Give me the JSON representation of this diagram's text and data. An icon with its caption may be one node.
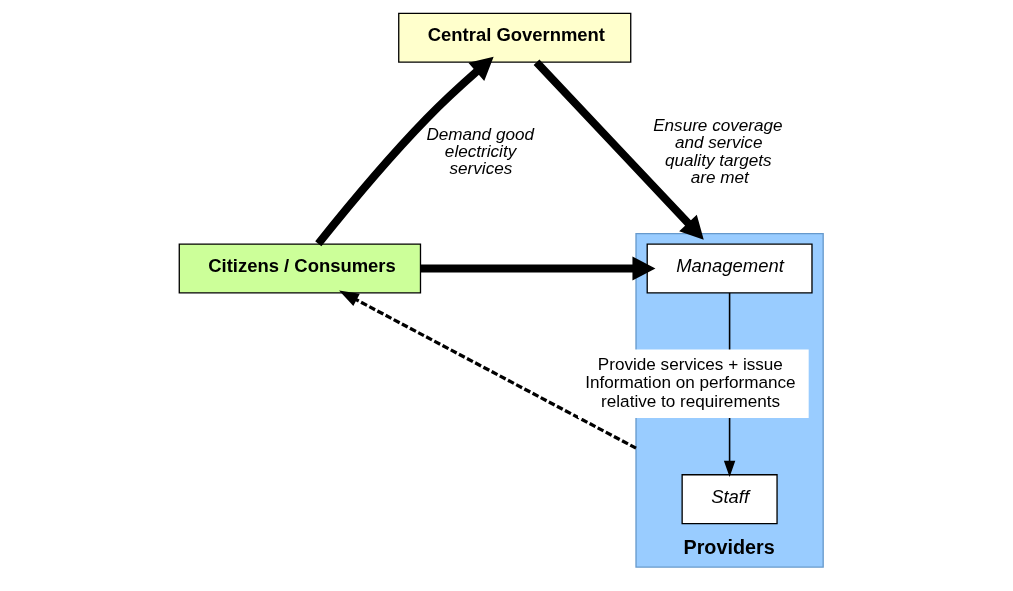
{
  "diagram": {
    "nodes": [
      {
        "text": [
          "Central Government"
        ]
      },
      {
        "text": [
          "Citizens / Consumers"
        ]
      },
      {
        "text": [
          "Providers"
        ]
      },
      {
        "text": [
          "Management"
        ],
        "in": 2
      },
      {
        "text": [
          "Staff"
        ],
        "in": 2
      }
    ],
    "edges": [
      {
        "from": 1,
        "to": 0,
        "arrow": "to",
        "label": "Demand good electricity services"
      },
      {
        "from": 0,
        "to": 2,
        "arrow": "to",
        "label": "Ensure coverage and service quality targets are met"
      },
      {
        "from": 1,
        "to": 3,
        "arrow": "to"
      },
      {
        "from": 3,
        "to": 4,
        "arrow": "to"
      },
      {
        "from": 2,
        "to": 1,
        "arrow": "to",
        "style": "dashed",
        "label": "Provide services + issue Information on performance relative to requirements"
      }
    ]
  }
}
